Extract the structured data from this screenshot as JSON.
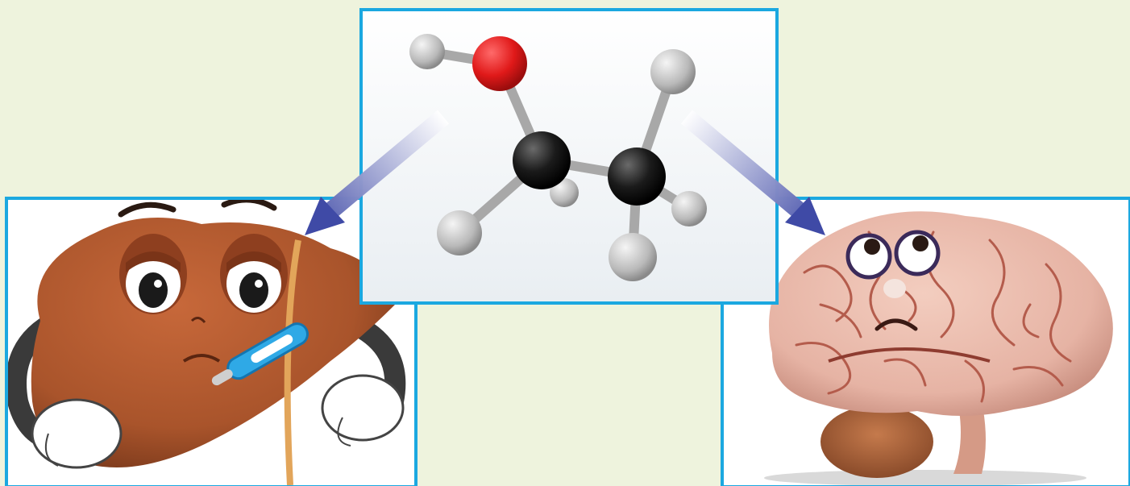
{
  "panels": [
    {
      "id": "molecule",
      "subject": "ethanol-molecule-model"
    },
    {
      "id": "liver",
      "subject": "sick-liver-cartoon"
    },
    {
      "id": "brain",
      "subject": "worried-brain-cartoon"
    }
  ],
  "arrows": [
    {
      "from": "molecule",
      "to": "liver"
    },
    {
      "from": "molecule",
      "to": "brain"
    }
  ],
  "colors": {
    "background": "#eef3dd",
    "border": "#1ba8e0",
    "arrow": "#3f4aa6",
    "liver": "#a9542b",
    "brain": "#e6b3a4",
    "oxygen": "#e01919",
    "carbon": "#1b1b1b",
    "hydrogen": "#c4c4c4"
  }
}
